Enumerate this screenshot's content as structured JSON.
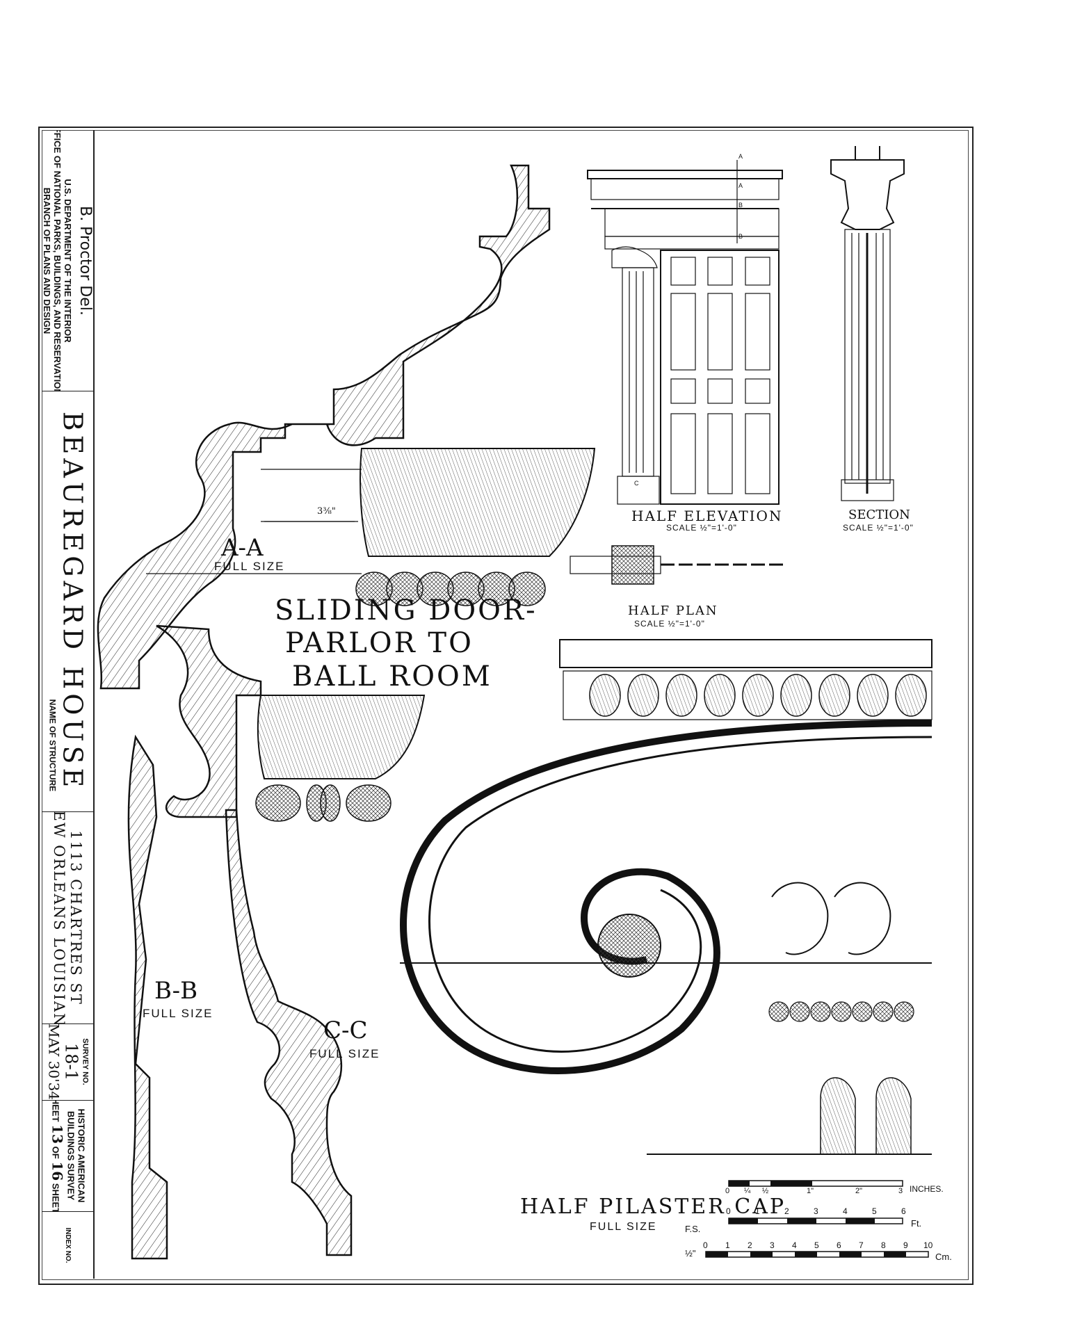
{
  "title_block": {
    "delineator": "B. Proctor Del.",
    "agency_line1": "U.S. DEPARTMENT OF THE INTERIOR",
    "agency_line2": "OFFICE OF NATIONAL PARKS, BUILDINGS, AND RESERVATIONS",
    "agency_line3": "BRANCH OF PLANS AND DESIGN",
    "structure_name": "BEAUREGARD HOUSE",
    "name_caption": "NAME OF STRUCTURE",
    "address_line1": "1113 CHARTRES ST",
    "address_line2": "NEW ORLEANS LOUISIANA",
    "survey_caption": "SURVEY NO.",
    "survey_number": "18-1",
    "date": "MAY 30'34",
    "program_line1": "HISTORIC AMERICAN",
    "program_line2": "BUILDINGS SURVEY",
    "sheet_prefix": "SHEET",
    "sheet_number": "13",
    "sheet_of": "OF",
    "sheet_total": "16",
    "sheet_suffix": "SHEETS",
    "index_caption": "INDEX NO."
  },
  "drawing": {
    "section_aa": "A-A",
    "section_aa_scale": "FULL SIZE",
    "dimension_aa": "3⅜\"",
    "main_title_line1": "SLIDING DOOR-",
    "main_title_line2": "PARLOR TO",
    "main_title_line3": "BALL ROOM",
    "section_bb": "B-B",
    "section_bb_scale": "FULL SIZE",
    "section_cc": "C-C",
    "section_cc_scale": "FULL SIZE",
    "half_elevation": "HALF ELEVATION",
    "half_elevation_scale": "SCALE ½\"=1'-0\"",
    "section_title": "SECTION",
    "section_scale": "SCALE ½\"=1'-0\"",
    "half_plan": "HALF PLAN",
    "half_plan_scale": "SCALE ½\"=1'-0\"",
    "marker_a": "A",
    "marker_b": "B",
    "marker_c": "C",
    "half_pilaster_cap": "HALF PILASTER CAP",
    "half_pilaster_cap_scale": "FULL SIZE"
  },
  "scale_bars": {
    "inches_label": "INCHES.",
    "fs_label": "F.S.",
    "half_label": "½\"",
    "inch_ticks": [
      "0",
      "¼",
      "½",
      "1\"",
      "2\"",
      "3"
    ],
    "feet_ticks": [
      "0",
      "1",
      "2",
      "3",
      "4",
      "5",
      "6"
    ],
    "feet_label": "Ft.",
    "cm_ticks": [
      "0",
      "1",
      "2",
      "3",
      "4",
      "5",
      "6",
      "7",
      "8",
      "9",
      "10"
    ],
    "cm_label": "Cm."
  }
}
